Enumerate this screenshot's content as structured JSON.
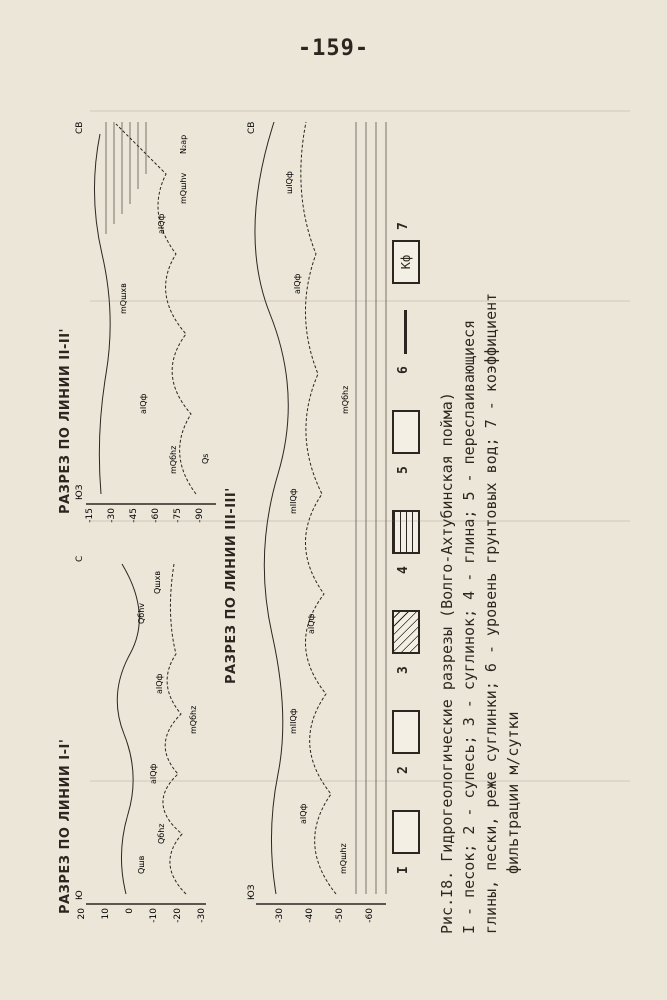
{
  "page_number": "-159-",
  "sections": {
    "s1_title": "РАЗРЕЗ ПО ЛИНИИ I-I'",
    "s2_title": "РАЗРЕЗ ПО ЛИНИИ II-II'",
    "s3_title": "РАЗРЕЗ ПО ЛИНИИ III-III'"
  },
  "axis_labels": {
    "s1": [
      "20",
      "10",
      "0",
      "-10",
      "-20",
      "-30"
    ],
    "s1_origin": "Ю",
    "s1_end": "С",
    "s2": [
      "-15",
      "-30",
      "-45",
      "-60",
      "-75",
      "-90"
    ],
    "s2_origin": "ЮЗ",
    "s2_end": "СВ",
    "s3": [
      "-30",
      "-40",
      "-50",
      "-60"
    ],
    "s3_origin": "ЮЗ",
    "s3_end": "СВ"
  },
  "labels": {
    "s1": [
      "Qшв",
      "Qбhz",
      "аIQф",
      "аIQф",
      "mQбhz",
      "Qбhv",
      "Qшхв"
    ],
    "s2": [
      "mQбhz",
      "аIQф",
      "mQшхв",
      "N₂ар",
      "аIQф",
      "mQшhv",
      "Qs"
    ],
    "s3": [
      "mQшhz",
      "аIQф",
      "mIIQф",
      "аIQф",
      "mIIQф",
      "mQбhz",
      "аIQф",
      "шIQф"
    ]
  },
  "caption": {
    "line1": "Рис.I8. Гидрогеологические разрезы (Волго-Ахтубинская пойма)",
    "line2": "I - песок; 2 - супесь; 3 - суглинок; 4 - глина; 5 - переслаивающиеся",
    "line3": "глины, пески, реже суглинки; 6 - уровень грунтовых вод; 7 - коэффициент",
    "line4": "фильтрации м/сутки"
  },
  "legend": {
    "items": [
      "I",
      "2",
      "3",
      "4",
      "5",
      "6"
    ],
    "item7_num": "7",
    "item7_text": "Кф"
  },
  "colors": {
    "paper": "#ece6d8",
    "ink": "#2b2620"
  }
}
